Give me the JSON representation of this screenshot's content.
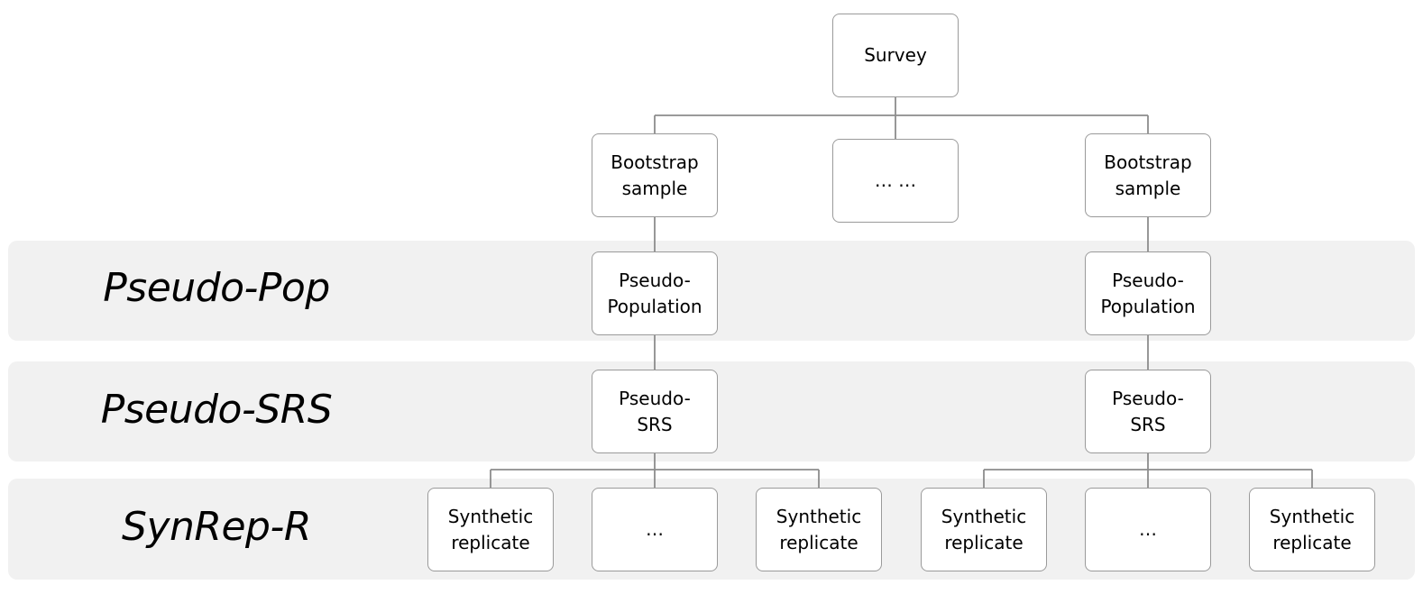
{
  "colors": {
    "band": "#f1f1f1",
    "node_border": "#9a9a9a",
    "connector": "#8c8c8c"
  },
  "bands": {
    "pseudo_pop": "Pseudo-Pop",
    "pseudo_srs": "Pseudo-SRS",
    "synrep_r": "SynRep-R"
  },
  "nodes": {
    "survey": "Survey",
    "bootstrap_left": "Bootstrap\nsample",
    "bootstrap_ellipsis": "… …",
    "bootstrap_right": "Bootstrap\nsample",
    "pseudo_population_left": "Pseudo-\nPopulation",
    "pseudo_population_right": "Pseudo-\nPopulation",
    "pseudo_srs_left": "Pseudo-\nSRS",
    "pseudo_srs_right": "Pseudo-\nSRS",
    "synthetic_left_1": "Synthetic\nreplicate",
    "synthetic_left_ellipsis": "…",
    "synthetic_left_2": "Synthetic\nreplicate",
    "synthetic_right_1": "Synthetic\nreplicate",
    "synthetic_right_ellipsis": "…",
    "synthetic_right_2": "Synthetic\nreplicate"
  }
}
